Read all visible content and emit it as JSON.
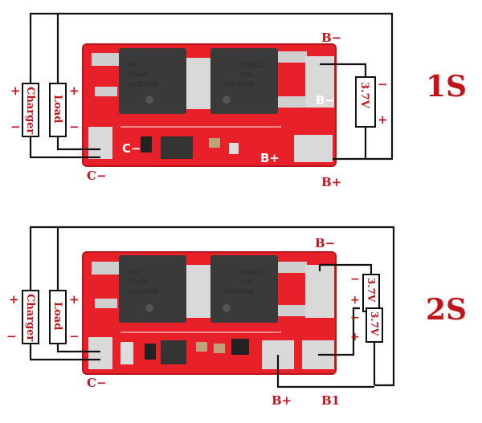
{
  "colors": {
    "pcb": "#e8202a",
    "pcb_dark": "#b8141b",
    "label": "#c0141b",
    "chip": "#3a3a3a",
    "pad": "#d9d9d9",
    "wire": "#111111"
  },
  "top": {
    "config": "1S",
    "b_minus": "B−",
    "b_plus": "B+",
    "c_minus": "C−",
    "silk_b_minus": "B−",
    "silk_c_minus": "C−",
    "silk_b_plus": "B+",
    "charger": "Charger",
    "load": "Load",
    "plus": "+",
    "minus": "−",
    "cell": "3.7V",
    "chip1": [
      "9H7",
      "7EN56",
      "GK7LK09E"
    ],
    "chip2": [
      "956N2E",
      "LH6",
      "GK1XE006"
    ]
  },
  "bottom": {
    "config": "2S",
    "b_minus": "B−",
    "b_plus": "B+",
    "b1": "B1",
    "c_minus": "C−",
    "charger": "Charger",
    "load": "Load",
    "plus": "+",
    "minus": "−",
    "cell1": "3.7V",
    "cell2": "3.7V",
    "chip1": [
      "9H7",
      "7EN56",
      "GK7LK09E"
    ],
    "chip2": [
      "956N2E",
      "LH6",
      "GK1XE006"
    ]
  }
}
